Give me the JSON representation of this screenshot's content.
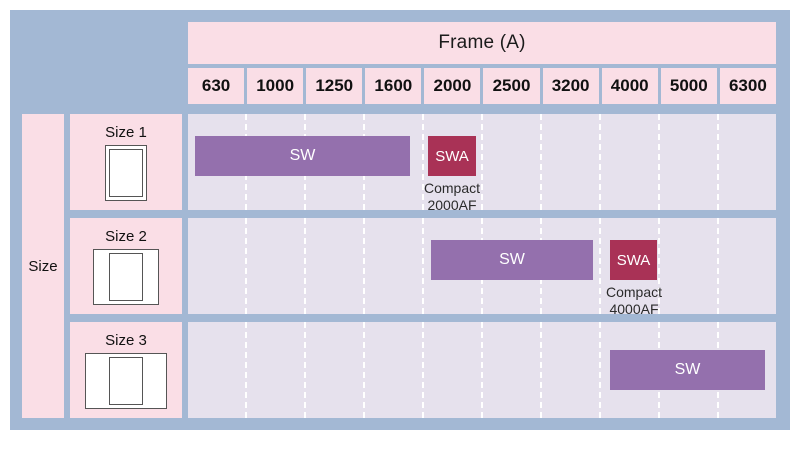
{
  "chart_data": {
    "type": "bar",
    "title": "Frame (A)",
    "xlabel": "Frame (A)",
    "ylabel": "Size",
    "grid": true,
    "legend": "none",
    "categories": [
      "630",
      "1000",
      "1250",
      "1600",
      "2000",
      "2500",
      "3200",
      "4000",
      "5000",
      "6300"
    ],
    "rows": [
      "Size 1",
      "Size 2",
      "Size 3"
    ],
    "series": [
      {
        "name": "Size 1",
        "bars": [
          {
            "label": "SW",
            "type": "SW",
            "from": "630",
            "to": "2000",
            "caption": ""
          },
          {
            "label": "SWA",
            "type": "SWA",
            "from": "2000",
            "to": "2000",
            "caption": "Compact\n2000AF"
          }
        ]
      },
      {
        "name": "Size 2",
        "bars": [
          {
            "label": "SW",
            "type": "SW",
            "from": "2000",
            "to": "4000",
            "caption": ""
          },
          {
            "label": "SWA",
            "type": "SWA",
            "from": "4000",
            "to": "4000",
            "caption": "Compact\n4000AF"
          }
        ]
      },
      {
        "name": "Size 3",
        "bars": [
          {
            "label": "SW",
            "type": "SW",
            "from": "4000",
            "to": "6300",
            "caption": ""
          }
        ]
      }
    ]
  },
  "header": {
    "title": "Frame (A)",
    "columns": [
      "630",
      "1000",
      "1250",
      "1600",
      "2000",
      "2500",
      "3200",
      "4000",
      "5000",
      "6300"
    ]
  },
  "size_axis": {
    "label": "Size",
    "rows": [
      {
        "label": "Size 1",
        "glyph": "narrow-enclosure-icon"
      },
      {
        "label": "Size 2",
        "glyph": "medium-enclosure-icon"
      },
      {
        "label": "Size 3",
        "glyph": "wide-enclosure-icon"
      }
    ]
  },
  "rows": [
    {
      "name": "Size 1",
      "sw_label": "SW",
      "swa_label": "SWA",
      "caption": "Compact\n2000AF"
    },
    {
      "name": "Size 2",
      "sw_label": "SW",
      "swa_label": "SWA",
      "caption": "Compact\n4000AF"
    },
    {
      "name": "Size 3",
      "sw_label": "SW"
    }
  ],
  "colors": {
    "frame": "#a3b8d4",
    "header_pink": "#fadee6",
    "plot_bg": "#e6e1ed",
    "bar_sw": "#9470ad",
    "bar_swa": "#a93256",
    "gridline": "#ffffff",
    "page": "#ffffff"
  }
}
